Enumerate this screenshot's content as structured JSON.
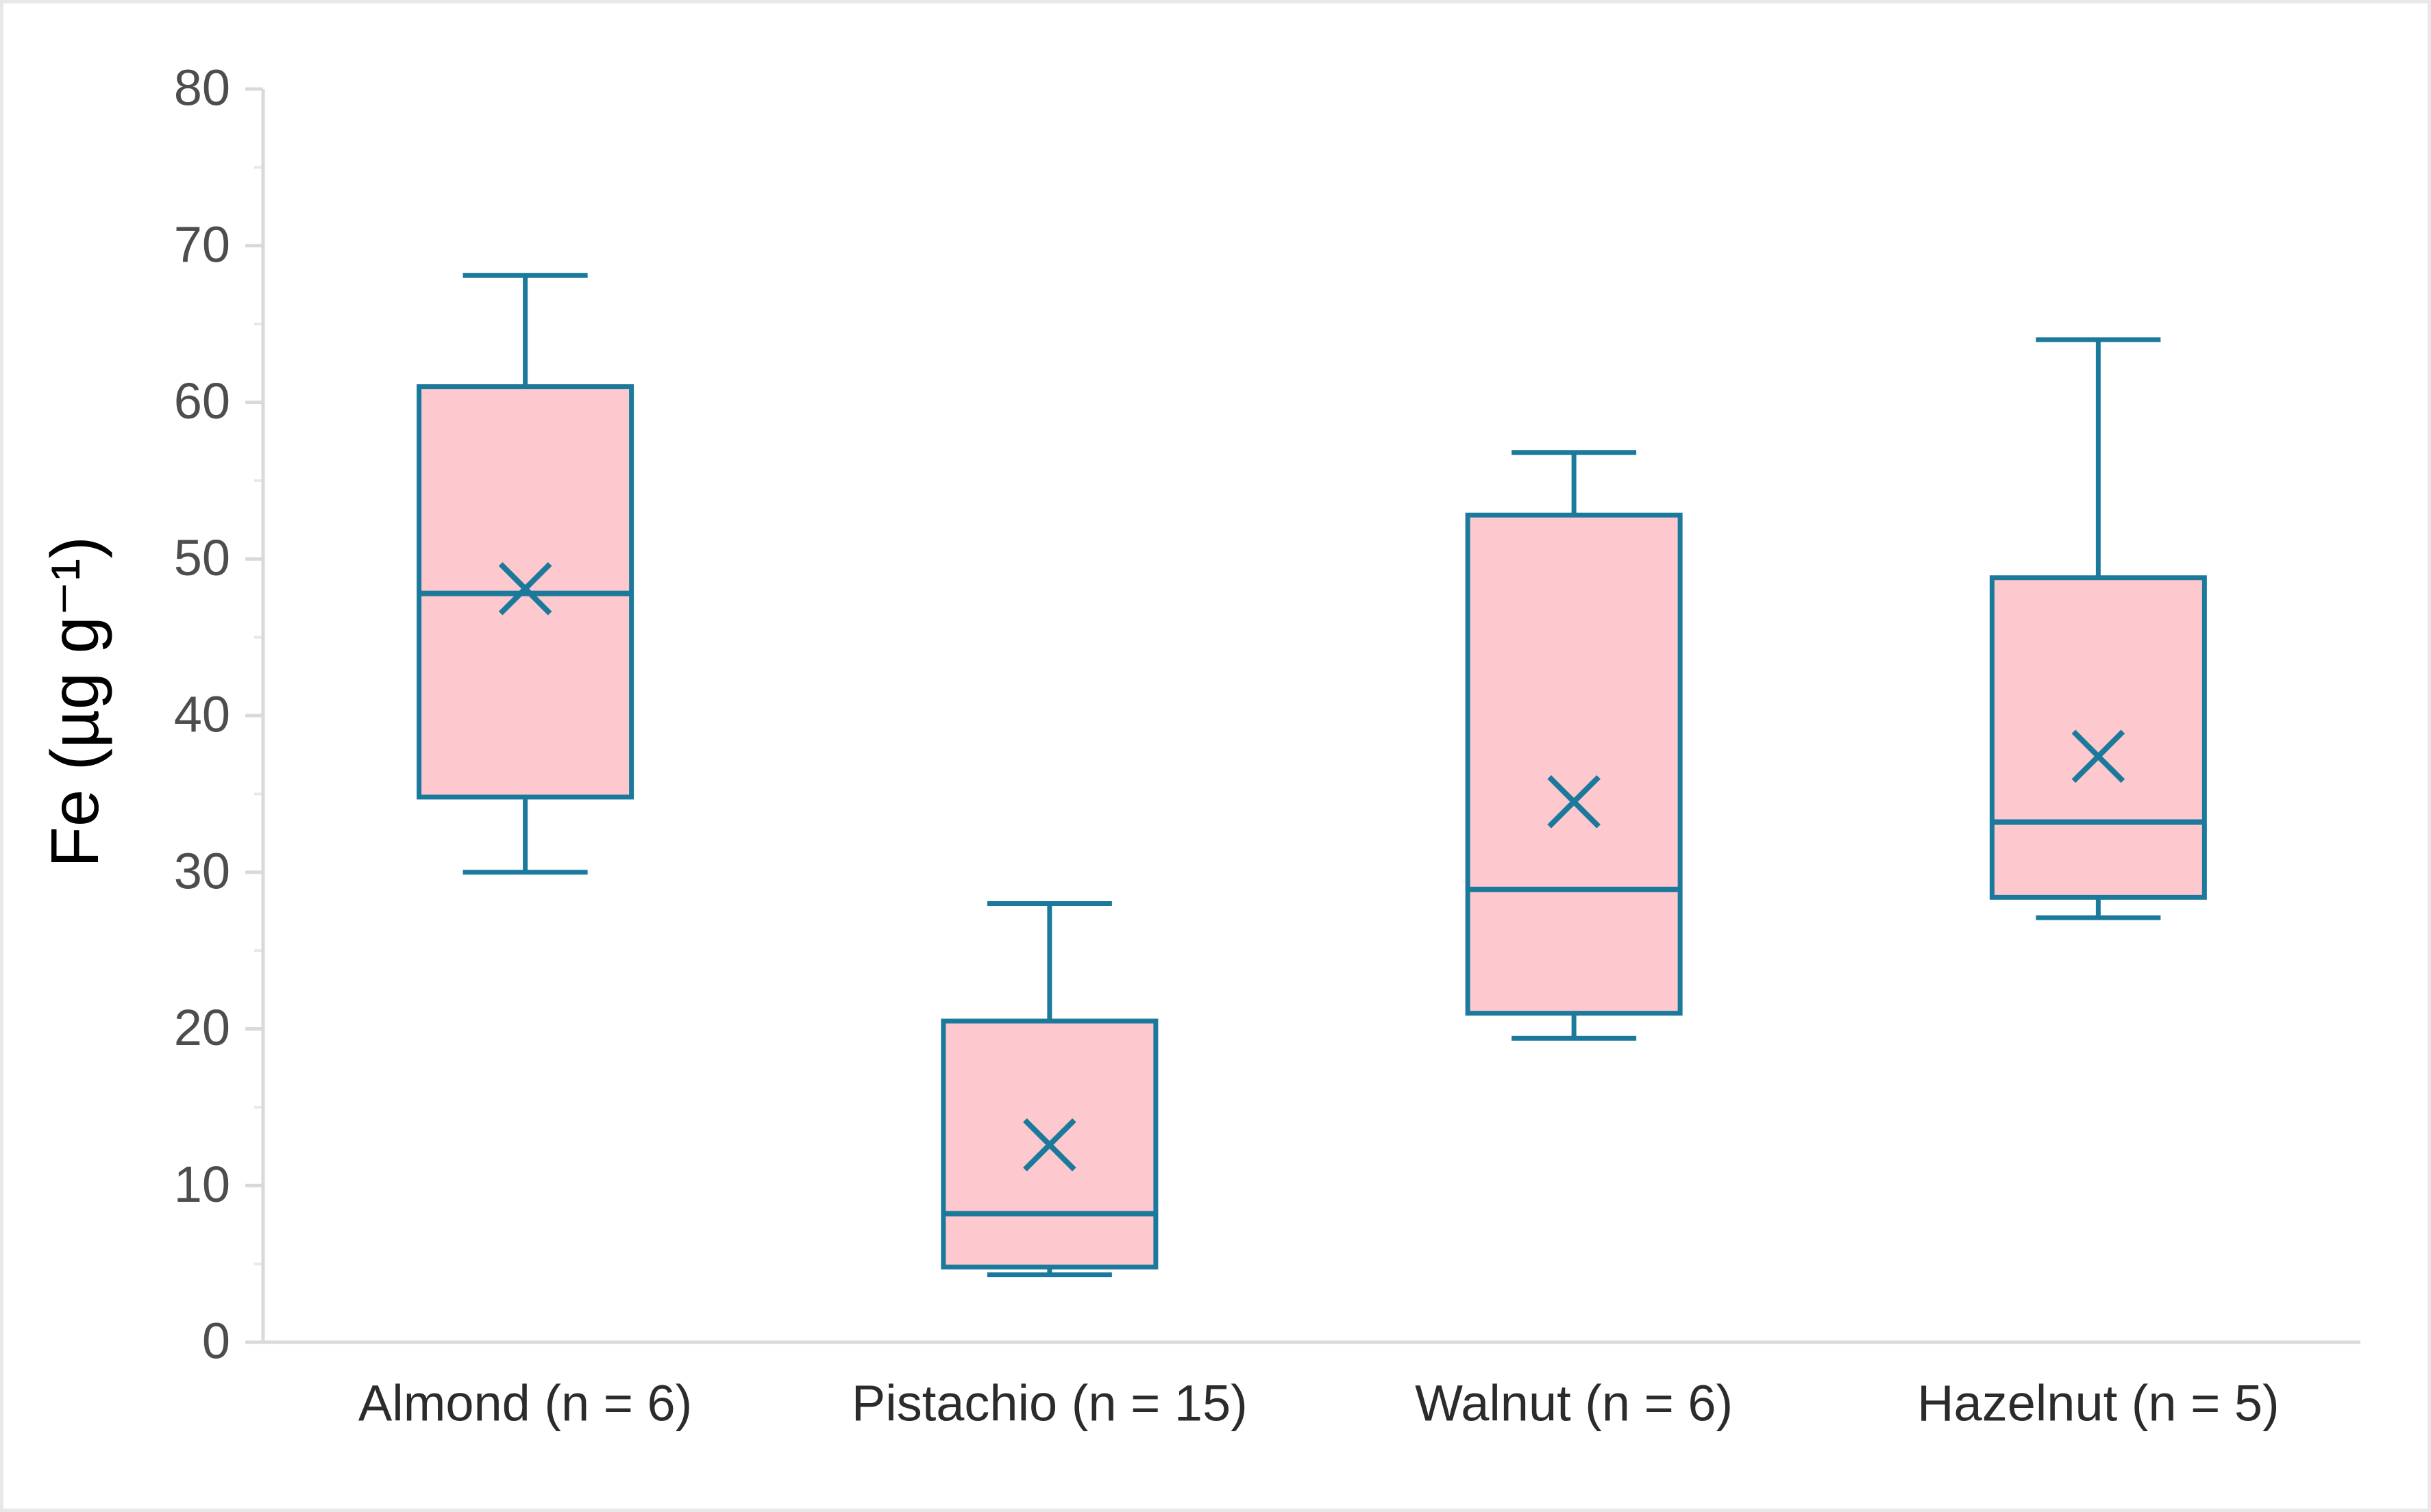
{
  "chart_data": {
    "type": "box",
    "title": "",
    "xlabel": "",
    "ylabel": "Fe (µg g⁻¹)",
    "ylim": [
      0,
      80
    ],
    "yticks": [
      0,
      10,
      20,
      30,
      40,
      50,
      60,
      70,
      80
    ],
    "ytick_labels": [
      "0",
      "10",
      "20",
      "30",
      "40",
      "50",
      "60",
      "70",
      "80"
    ],
    "grid": false,
    "legend": "none",
    "categories": [
      "Almond (n = 6)",
      "Pistachio (n = 15)",
      "Walnut (n = 6)",
      "Hazelnut (n = 5)"
    ],
    "box_fill_color": "#FDC9CF",
    "box_stroke_color": "#1B7A9B",
    "boxes": [
      {
        "category": "Almond (n = 6)",
        "n": 6,
        "whisker_low": 30.0,
        "q1": 34.8,
        "median": 47.8,
        "mean": 48.1,
        "q3": 61.0,
        "whisker_high": 68.1
      },
      {
        "category": "Pistachio (n = 15)",
        "n": 15,
        "whisker_low": 4.3,
        "q1": 4.8,
        "median": 8.2,
        "mean": 12.6,
        "q3": 20.5,
        "whisker_high": 28.0
      },
      {
        "category": "Walnut (n = 6)",
        "n": 6,
        "whisker_low": 19.4,
        "q1": 21.0,
        "median": 28.9,
        "mean": 34.5,
        "q3": 52.8,
        "whisker_high": 56.8
      },
      {
        "category": "Hazelnut (n = 5)",
        "n": 5,
        "whisker_low": 27.1,
        "q1": 28.4,
        "median": 33.2,
        "mean": 37.4,
        "q3": 48.8,
        "whisker_high": 64.0
      }
    ]
  },
  "figure": {
    "background_color": "#FFFFFF",
    "border_color": "#E8E8E8",
    "axis_color": "#D9D9D9",
    "tick_label_color": "#4D4D4D"
  }
}
